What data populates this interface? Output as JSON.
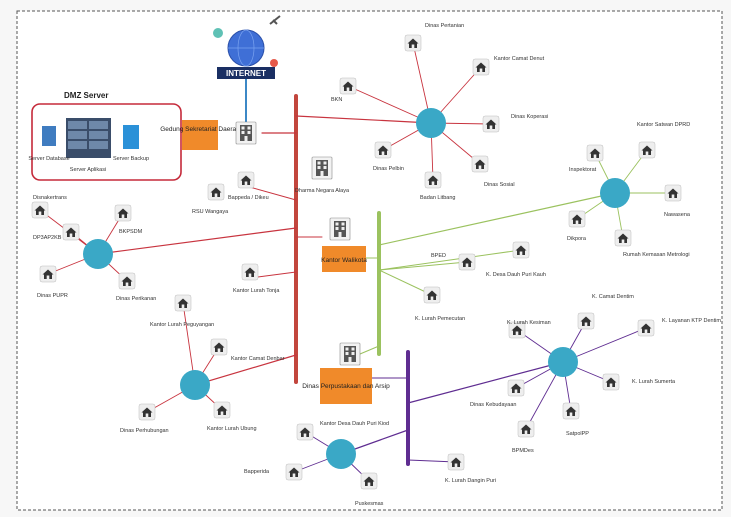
{
  "internet": {
    "label": "INTERNET"
  },
  "dmz": {
    "title": "DMZ Server",
    "servers": [
      "Server Database",
      "Server Aplikasi",
      "Server Backup"
    ]
  },
  "main_building": {
    "label": "Gedung Sekretariat Daerah"
  },
  "gov_buildings": [
    {
      "id": "dharma",
      "label": "Dharma Negara Alaya"
    },
    {
      "id": "walikota",
      "label": "Kantor Walikota"
    },
    {
      "id": "perpus",
      "label": "Dinas Perpustakaan dan Arsip"
    }
  ],
  "nodes": [
    {
      "id": "pertanian",
      "label": "Dinas Pertanian"
    },
    {
      "id": "camat-denut",
      "label": "Kantor Camat Denut"
    },
    {
      "id": "bkn",
      "label": "BKN"
    },
    {
      "id": "koperasi",
      "label": "Dinas Koperasi"
    },
    {
      "id": "pelbin",
      "label": "Dinas Pelbin"
    },
    {
      "id": "badan-ulbang",
      "label": "Badan Litbang"
    },
    {
      "id": "sosial",
      "label": "Dinas Sosial"
    },
    {
      "id": "bappeda",
      "label": "Bappeda / Dikeu"
    },
    {
      "id": "rsu",
      "label": "RSU Wangaya"
    },
    {
      "id": "disnakertrans",
      "label": "Disnakertrans"
    },
    {
      "id": "bkpsdm",
      "label": "BKPSDM"
    },
    {
      "id": "dp3ap2kb",
      "label": "DP3AP2KB"
    },
    {
      "id": "dinas-pupr",
      "label": "Dinas PUPR"
    },
    {
      "id": "perikanan",
      "label": "Dinas Perikanan"
    },
    {
      "id": "lurah-tonja",
      "label": "Kantor Lurah Tonja"
    },
    {
      "id": "inspektorat",
      "label": "Inspektorat"
    },
    {
      "id": "satwan",
      "label": "Kantor Satwan DPRD"
    },
    {
      "id": "nawasena",
      "label": "Nawasena"
    },
    {
      "id": "dikpora",
      "label": "Dikpora"
    },
    {
      "id": "rumah-kemasan",
      "label": "Rumah Kemasan Metrologi"
    },
    {
      "id": "bped",
      "label": "BPED"
    },
    {
      "id": "desa-dauh",
      "label": "K. Desa Dauh Puri Kauh"
    },
    {
      "id": "lurah-pemecutan",
      "label": "K. Lurah Pemecutan"
    },
    {
      "id": "lurah-peguyangan",
      "label": "Kantor Lurah Peguyangan"
    },
    {
      "id": "camat-denbar",
      "label": "Kantor Camat Denbar"
    },
    {
      "id": "dinas-perhub",
      "label": "Dinas Perhubungan"
    },
    {
      "id": "lurah-ubung",
      "label": "Kantor Lurah Ubung"
    },
    {
      "id": "camat-dentim",
      "label": "K. Camat Dentim"
    },
    {
      "id": "lurah-kesiman",
      "label": "K. Lurah Kesiman"
    },
    {
      "id": "layanan-ktp",
      "label": "K. Layanan KTP Dentim"
    },
    {
      "id": "dinas-kebudayaan",
      "label": "Dinas Kebudayaan"
    },
    {
      "id": "lurah-sumerta",
      "label": "K. Lurah Sumerta"
    },
    {
      "id": "bpmdes",
      "label": "BPMDes"
    },
    {
      "id": "satpolpp",
      "label": "SatpolPP"
    },
    {
      "id": "desa-dauh-kiod",
      "label": "Kantor Desa Dauh Puri Kiod"
    },
    {
      "id": "bapperida",
      "label": "Bapperida"
    },
    {
      "id": "puskesmas",
      "label": "Puskesmas"
    },
    {
      "id": "lurah-dangin",
      "label": "K. Lurah Dangin Puri"
    }
  ]
}
